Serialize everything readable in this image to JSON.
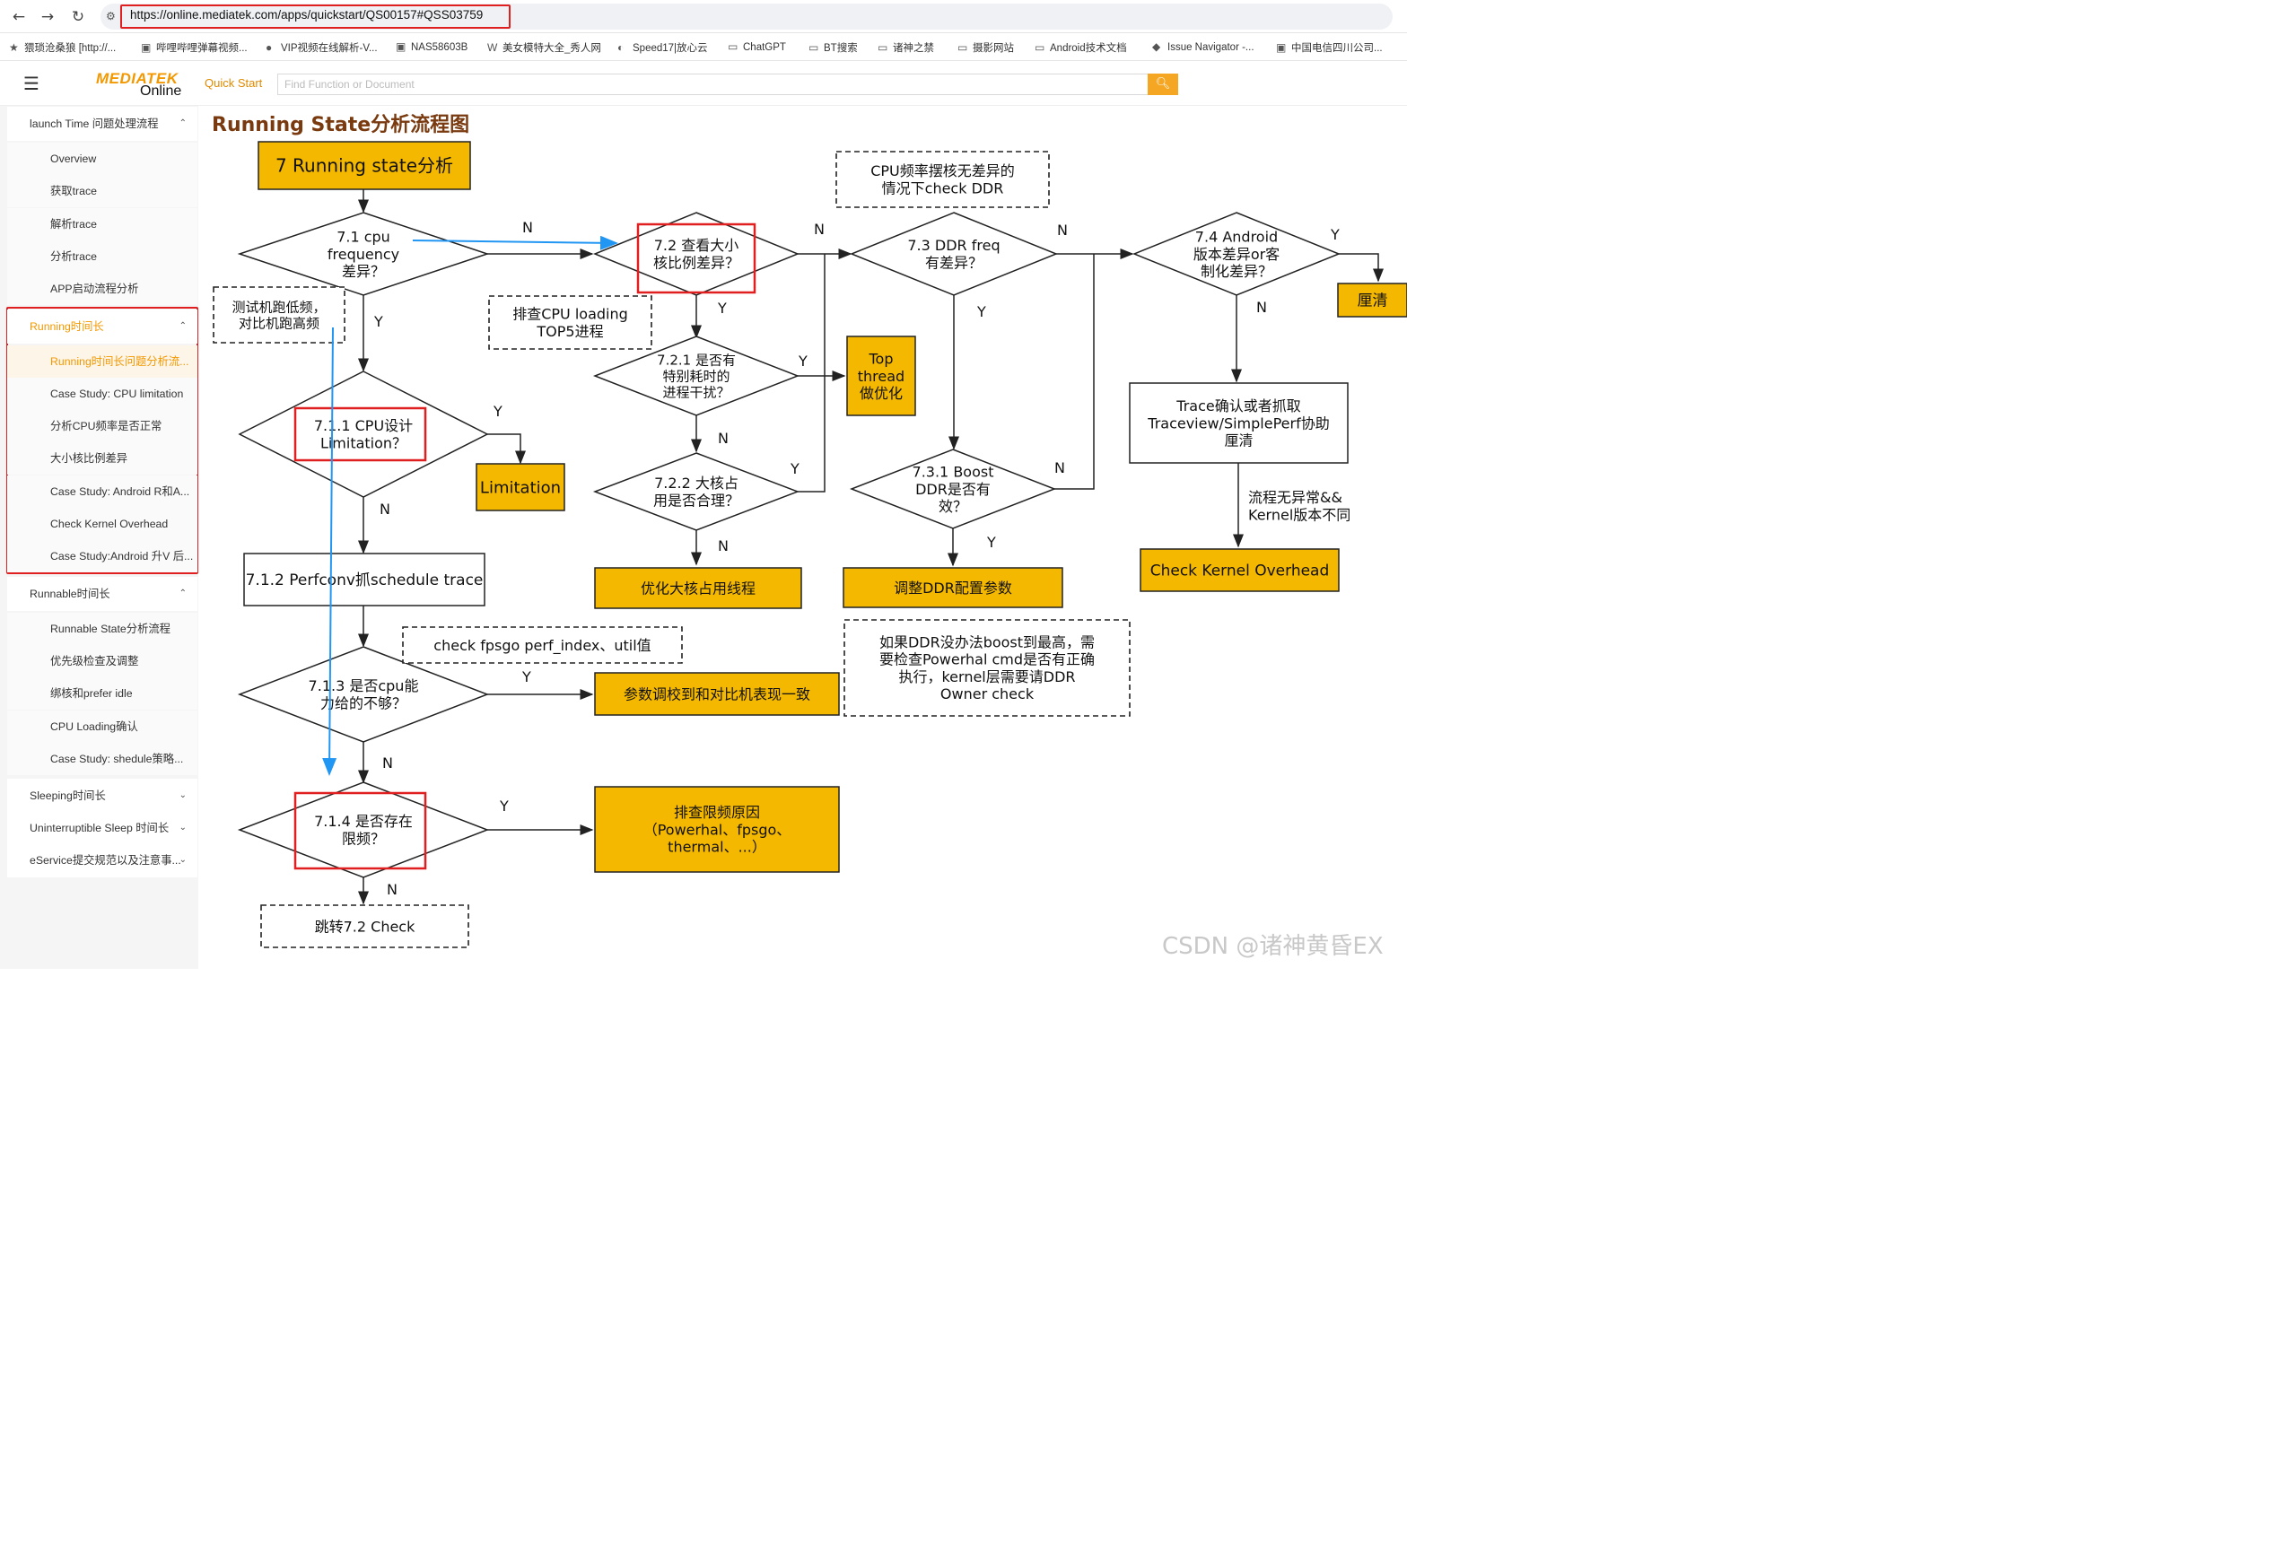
{
  "browser": {
    "url": "https://online.mediatek.com/apps/quickstart/QS00157#QSS03759",
    "back_icon": "←",
    "forward_icon": "→",
    "reload_icon": "↻",
    "bookmarks": [
      {
        "icon": "★",
        "label": "猥琐沧桑狼 [http://..."
      },
      {
        "icon": "▣",
        "label": "哔哩哔哩弹幕视频..."
      },
      {
        "icon": "●",
        "label": "VIP视频在线解析-V..."
      },
      {
        "icon": "▣",
        "label": "NAS58603B"
      },
      {
        "icon": "W",
        "label": "美女模特大全_秀人网"
      },
      {
        "icon": "◐",
        "label": "Speed17|放心云"
      },
      {
        "icon": "▭",
        "label": "ChatGPT"
      },
      {
        "icon": "▭",
        "label": "BT搜索"
      },
      {
        "icon": "▭",
        "label": "诸神之禁"
      },
      {
        "icon": "▭",
        "label": "摄影网站"
      },
      {
        "icon": "▭",
        "label": "Android技术文档"
      },
      {
        "icon": "◆",
        "label": "Issue Navigator -..."
      },
      {
        "icon": "▣",
        "label": "中国电信四川公司..."
      }
    ]
  },
  "header": {
    "logo_top": "MEDIATEK",
    "logo_bottom": "Online",
    "section": "Quick Start",
    "search_placeholder": "Find Function or Document"
  },
  "sidebar": {
    "sections": [
      {
        "label": "launch Time 问题处理流程",
        "chev": "⌃",
        "items": [
          "Overview",
          "获取trace",
          "解析trace",
          "分析trace",
          "APP启动流程分析"
        ]
      },
      {
        "label": "Running时间长",
        "chev": "⌃",
        "items": [
          "Running时间长问题分析流...",
          "Case Study: CPU limitation",
          "分析CPU频率是否正常",
          "大小核比例差异",
          "Case Study: Android R和A...",
          "Check Kernel Overhead",
          "Case Study:Android 升V 后..."
        ]
      },
      {
        "label": "Runnable时间长",
        "chev": "⌃",
        "items": [
          "Runnable State分析流程",
          "优先级检查及调整",
          "绑核和prefer idle",
          "CPU Loading确认",
          "Case Study: shedule策略..."
        ]
      },
      {
        "label": "Sleeping时间长",
        "chev": "⌄",
        "items": []
      },
      {
        "label": "Uninterruptible Sleep 时间长",
        "chev": "⌄",
        "items": []
      },
      {
        "label": "eService提交规范以及注意事...",
        "chev": "⌄",
        "items": []
      }
    ]
  },
  "page": {
    "title": "Running State分析流程图"
  },
  "flowchart": {
    "start": "7 Running state分析",
    "d71": [
      "7.1 cpu",
      "frequency",
      "差异？"
    ],
    "d711": [
      "7.1.1 CPU设计",
      "Limitation？"
    ],
    "d713": [
      "7.1.3 是否cpu能",
      "力给的不够？"
    ],
    "d714": [
      "7.1.4 是否存在",
      "限频？"
    ],
    "p712": "7.1.2 Perfconv抓schedule trace",
    "limitation": "Limitation",
    "tune": "参数调校到和对比机表现一致",
    "limit_reason": [
      "排查限频原因",
      "（Powerhal、fpsgo、",
      "thermal、...）"
    ],
    "jump72": "跳转7.2 Check",
    "n_test": [
      "测试机跑低频，",
      "对比机跑高频"
    ],
    "n_fpsgo": "check fpsgo perf_index、util值",
    "n_cpuload": [
      "排查CPU loading",
      "TOP5进程"
    ],
    "d72": [
      "7.2 查看大小",
      "核比例差异？"
    ],
    "d721": [
      "7.2.1 是否有",
      "特别耗时的",
      "进程干扰？"
    ],
    "d722": [
      "7.2.2 大核占",
      "用是否合理？"
    ],
    "top_thread": [
      "Top",
      "thread",
      "做优化"
    ],
    "opt_big": "优化大核占用线程",
    "n_ddr": [
      "CPU频率摆核无差异的",
      "情况下check DDR"
    ],
    "d73": [
      "7.3 DDR freq",
      "有差异？"
    ],
    "d731": [
      "7.3.1 Boost",
      "DDR是否有",
      "效？"
    ],
    "adj_ddr": "调整DDR配置参数",
    "n_powerhal": [
      "如果DDR没办法boost到最高，需",
      "要检查Powerhal cmd是否有正确",
      "执行，kernel层需要请DDR",
      "Owner check"
    ],
    "d74": [
      "7.4 Android",
      "版本差异or客",
      "制化差异？"
    ],
    "clarify": "厘清",
    "trace_box": [
      "Trace确认或者抓取",
      "Traceview/SimplePerf协助",
      "厘清"
    ],
    "n_kernel": [
      "流程无异常&&",
      "Kernel版本不同"
    ],
    "check_kernel": "Check Kernel Overhead",
    "yes": "Y",
    "no": "N"
  },
  "watermark": "CSDN @诸神黄昏EX"
}
